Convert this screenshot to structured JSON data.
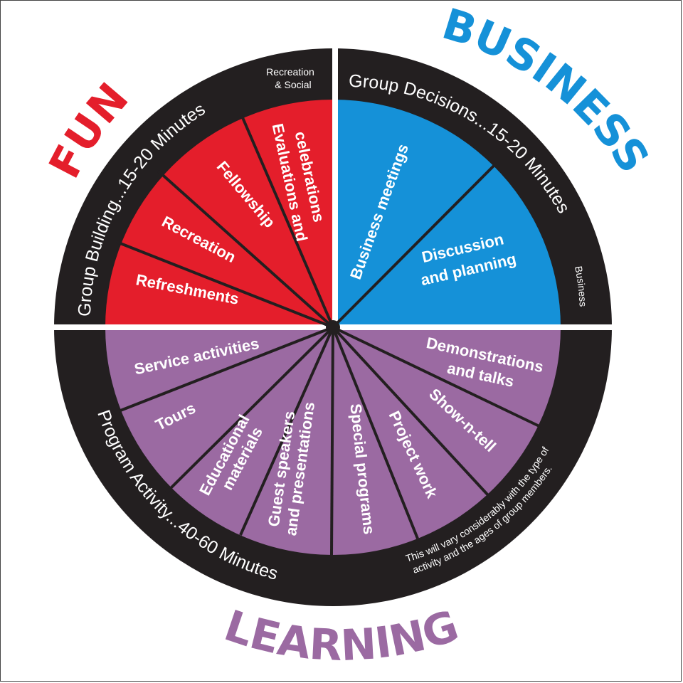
{
  "titles": {
    "fun": "FUN",
    "business": "BUSINESS",
    "learning": "LEARNING"
  },
  "ring": {
    "group_building": "Group Building...15-20 Minutes",
    "recreation_social_line1": "Recreation",
    "recreation_social_line2": "& Social",
    "group_decisions": "Group Decisions...15-20 Minutes",
    "business_small": "Business",
    "program_activity": "Program Activity...40-60 Minutes",
    "note_line1": "This will vary considerably with the type of",
    "note_line2": "activity and the ages of group members."
  },
  "segments": {
    "fun": {
      "refreshments": "Refreshments",
      "recreation": "Recreation",
      "fellowship": "Fellowship",
      "evaluations_line1": "Evaluations and",
      "evaluations_line2": "celebrations"
    },
    "business": {
      "business_meetings": "Business meetings",
      "discussion_line1": "Discussion",
      "discussion_line2": "and planning"
    },
    "learning": {
      "service_activities": "Service activities",
      "tours": "Tours",
      "educational_line1": "Educational",
      "educational_line2": "materials",
      "guest_line1": "Guest speakers",
      "guest_line2": "and presentations",
      "special_programs": "Special programs",
      "project_work": "Project work",
      "show_n_tell": "Show-n-tell",
      "demonstrations_line1": "Demonstrations",
      "demonstrations_line2": "and talks"
    }
  },
  "colors": {
    "fun": "#e41e2b",
    "business": "#1591d8",
    "learning": "#9b6aa2",
    "ring": "#231f20"
  }
}
